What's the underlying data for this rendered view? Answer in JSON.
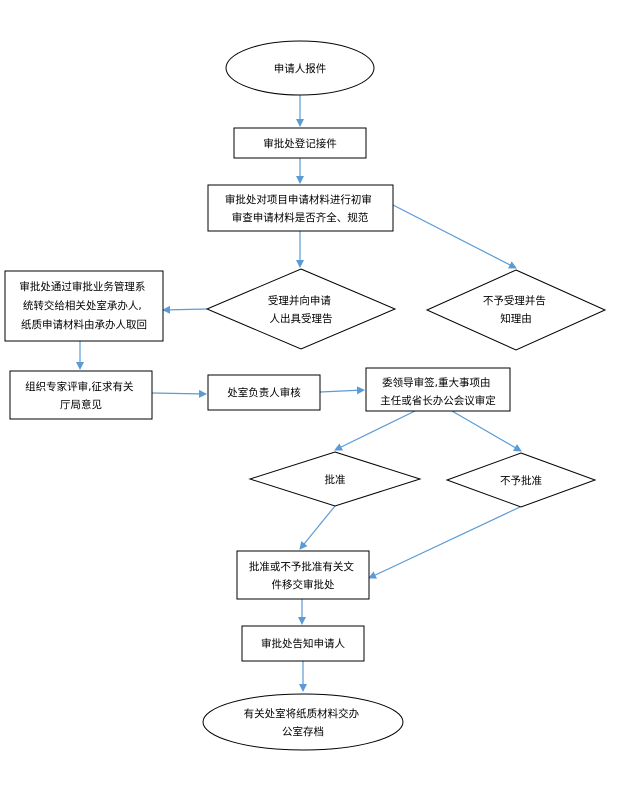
{
  "colors": {
    "arrow": "#5b9bd5",
    "stroke": "#000000",
    "fill": "#ffffff"
  },
  "nodes": {
    "applicant_report": [
      "申请人报件"
    ],
    "registration": [
      "审批处登记接件"
    ],
    "preliminary_review": [
      "审批处对项目申请材料进行初审",
      "审查申请材料是否齐全、规范"
    ],
    "accept_decision": [
      "受理并向申请",
      "人出具受理告"
    ],
    "reject_notice": [
      "不予受理并告",
      "知理由"
    ],
    "transfer_to_office": [
      "审批处通过审批业务管理系",
      "统转交给相关处室承办人,",
      "纸质申请材料由承办人取回"
    ],
    "expert_review": [
      "组织专家评审,征求有关",
      "厅局意见"
    ],
    "office_head_review": [
      "处室负责人审核"
    ],
    "leader_sign": [
      "委领导审签,重大事项由",
      "主任或省长办公会议审定"
    ],
    "approve_decision": [
      "批准"
    ],
    "disapprove_decision": [
      "不予批准"
    ],
    "document_transfer": [
      "批准或不予批准有关文",
      "件移交审批处"
    ],
    "notify_applicant": [
      "审批处告知申请人"
    ],
    "archive": [
      "有关处室将纸质材料交办",
      "公室存档"
    ]
  }
}
